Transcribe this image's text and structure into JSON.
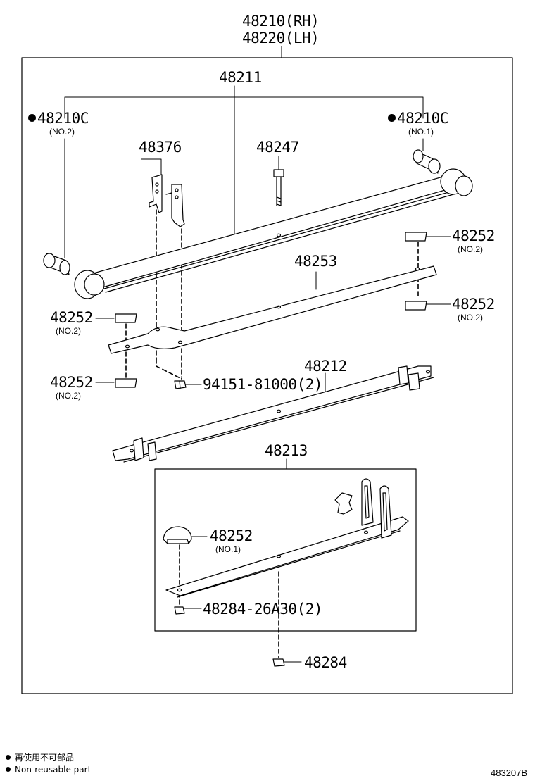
{
  "assembly": {
    "number_rh": "48210(RH)",
    "number_lh": "48220(LH)"
  },
  "callouts": {
    "leaf_main": "48211",
    "bushing_left": "48210C",
    "bushing_left_sub": "(NO.2)",
    "bushing_right": "48210C",
    "bushing_right_sub": "(NO.1)",
    "clip": "48376",
    "center_bolt": "48247",
    "pad_tr": "48252",
    "pad_tr_sub": "(NO.2)",
    "leaf_2": "48253",
    "pad_r2": "48252",
    "pad_r2_sub": "(NO.2)",
    "pad_l1": "48252",
    "pad_l1_sub": "(NO.2)",
    "pad_l2": "48252",
    "pad_l2_sub": "(NO.2)",
    "nut_clip": "94151-81000(2)",
    "leaf_3": "48212",
    "leaf_4": "48213",
    "pad_no1": "48252",
    "pad_no1_sub": "(NO.1)",
    "nut_center": "48284-26A30(2)",
    "nut_bottom": "48284"
  },
  "legend": {
    "jp": "再使用不可部品",
    "en": "Non-reusable part"
  },
  "figure_id": "483207B"
}
